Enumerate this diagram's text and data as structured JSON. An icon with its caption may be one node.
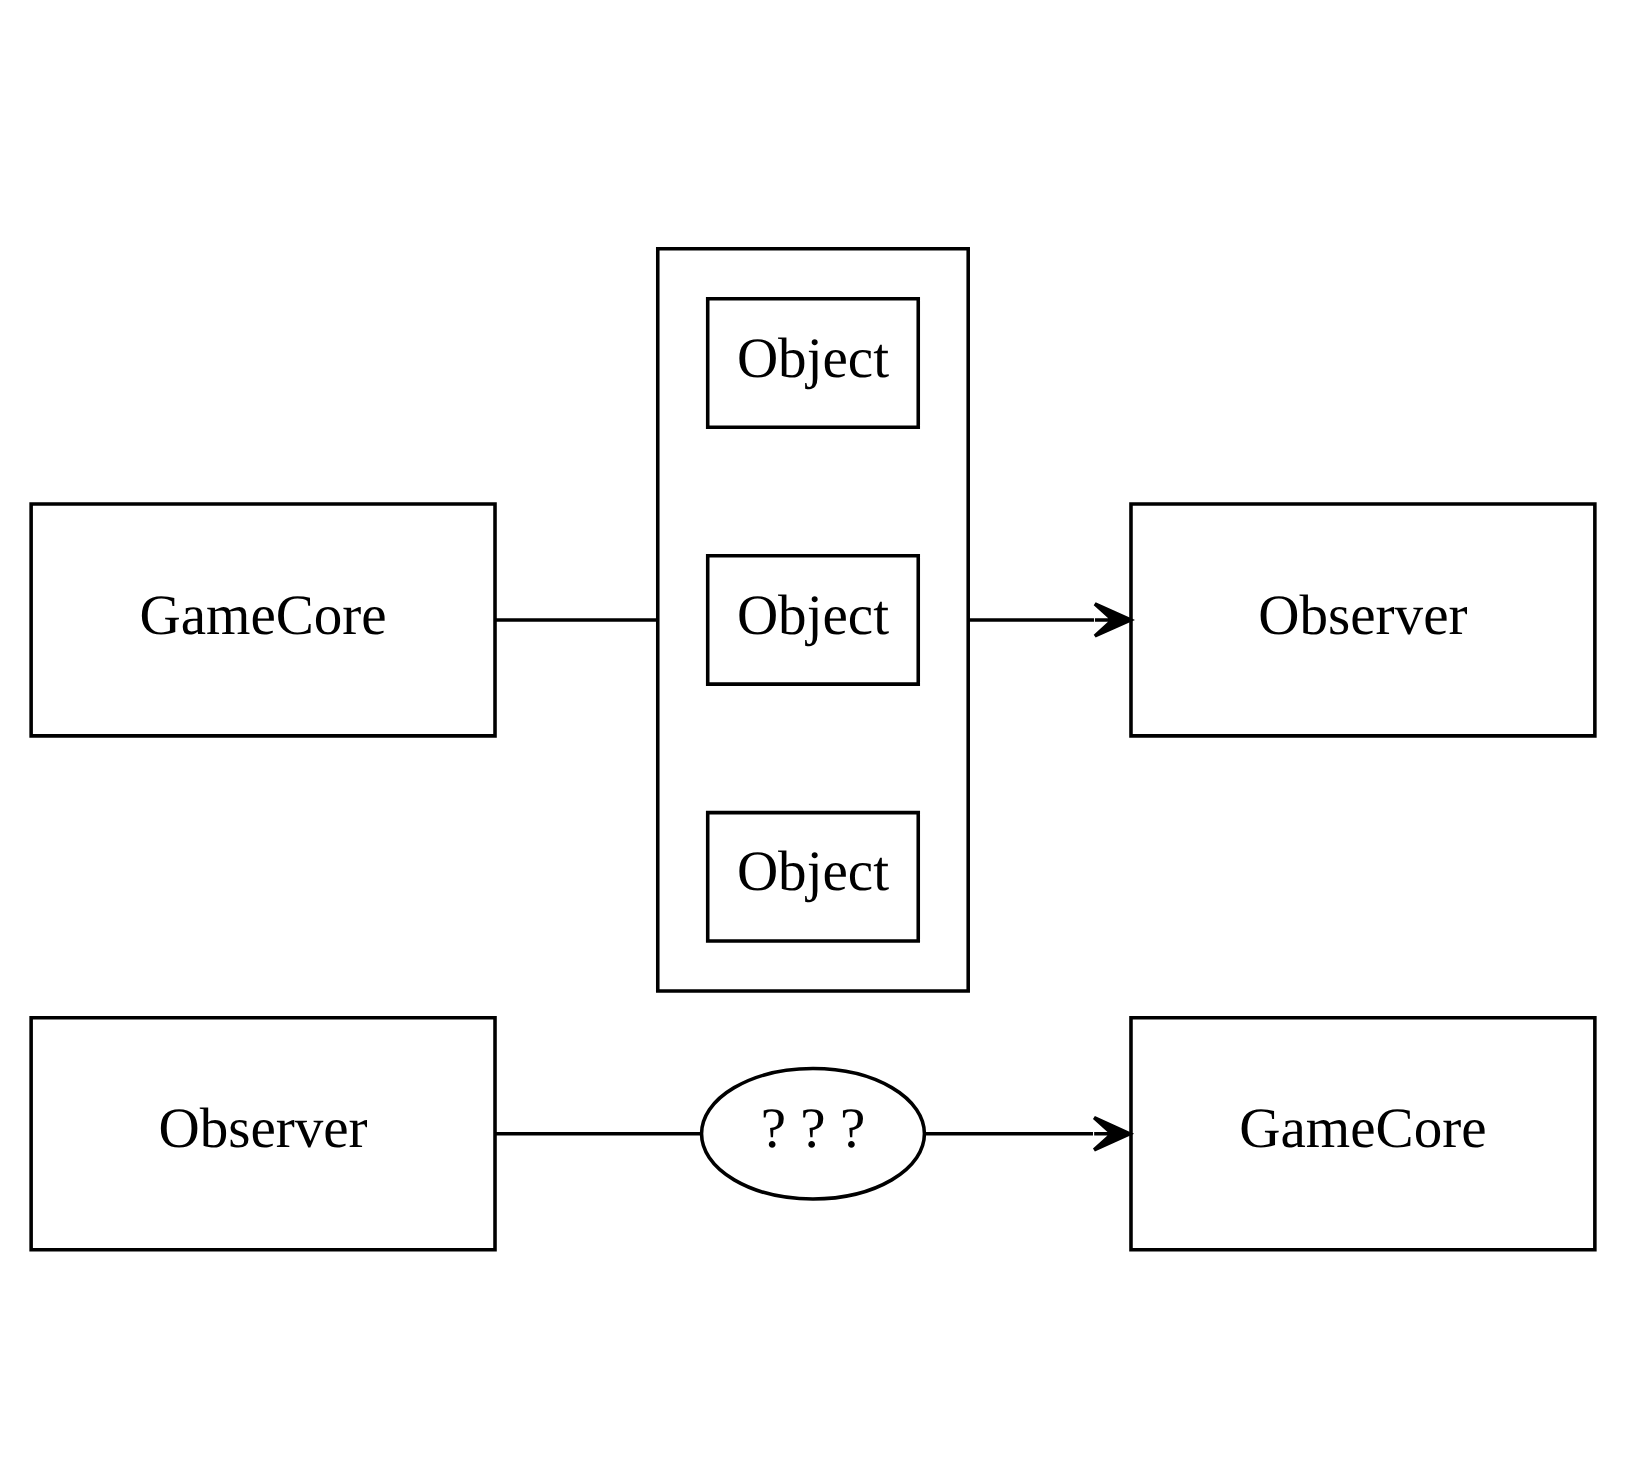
{
  "diagram": {
    "nodes": [
      {
        "text": [
          "GameCore"
        ]
      },
      {
        "text": [
          "? ? ?"
        ]
      },
      {
        "text": [
          "Observer"
        ]
      },
      {
        "text": [
          "GameCore"
        ]
      },
      {
        "text": [],
        "shape": "box"
      },
      {
        "text": [
          "Object"
        ],
        "in": 4
      },
      {
        "text": [
          "Object"
        ],
        "in": 4
      },
      {
        "text": [
          "Object"
        ],
        "in": 4
      },
      {
        "text": [
          "Observer"
        ]
      }
    ],
    "edges": [
      {
        "from": 2,
        "to": 1,
        "arrow": "none"
      },
      {
        "from": 1,
        "to": 0,
        "arrow": "to"
      },
      {
        "from": 3,
        "to": 4,
        "arrow": "none"
      },
      {
        "from": 4,
        "to": 8,
        "arrow": "to"
      }
    ]
  }
}
